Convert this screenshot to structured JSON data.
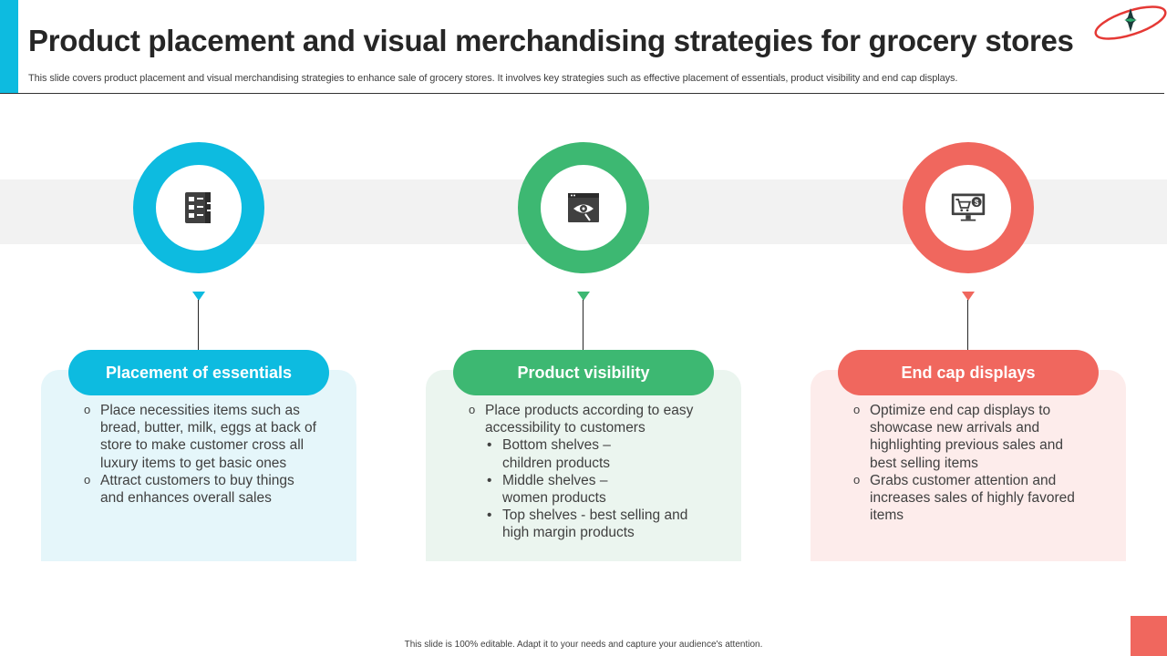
{
  "header": {
    "title": "Product placement and visual merchandising strategies for grocery stores",
    "subtitle": "This slide covers product placement and visual merchandising strategies to enhance sale of grocery stores. It involves key strategies such as effective placement of essentials, product visibility and end cap displays."
  },
  "colors": {
    "accent_blue": "#0dbbe0",
    "accent_green": "#3db872",
    "accent_red": "#f0675e",
    "card_blue": "#e5f6fa",
    "card_green": "#ebf5ef",
    "card_red": "#fdeceb"
  },
  "strategies": [
    {
      "title": "Placement of essentials",
      "icon": "checklist-document-icon",
      "points": [
        "Place necessities items such as bread, butter, milk, eggs at back of store to make customer cross all luxury  items to get basic ones",
        "Attract customers to buy things and enhances overall sales"
      ]
    },
    {
      "title": "Product visibility",
      "icon": "eye-screen-icon",
      "points": [
        "Place products according to easy accessibility to customers"
      ],
      "sub_points": [
        "Bottom shelves – children products",
        "Middle shelves – women products",
        "Top shelves - best selling and high margin products"
      ]
    },
    {
      "title": "End cap displays",
      "icon": "cart-monitor-icon",
      "points": [
        "Optimize end cap displays to showcase new arrivals and highlighting previous sales and best selling items",
        "Grabs customer attention and increases sales of highly favored items"
      ]
    }
  ],
  "footer": {
    "note": "This slide is 100% editable. Adapt it to your needs and capture your audience's attention."
  }
}
